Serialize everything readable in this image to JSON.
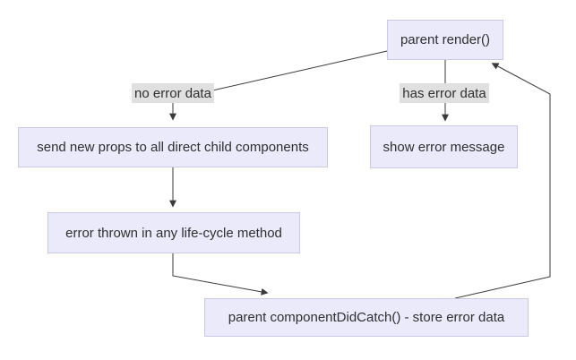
{
  "diagram": {
    "type": "flowchart",
    "colors": {
      "background": "#ffffff",
      "node_fill": "#eaeafb",
      "node_border": "#c9c9e6",
      "label_bg": "#e0e0e0",
      "line_color": "#3a3a3a",
      "text_color": "#2f2f2f"
    },
    "nodes": [
      {
        "id": "parent-render",
        "label": "parent render()"
      },
      {
        "id": "send-new-props",
        "label": "send new props to all direct child components"
      },
      {
        "id": "show-error-message",
        "label": "show error message"
      },
      {
        "id": "error-thrown",
        "label": "error thrown in any life-cycle method"
      },
      {
        "id": "component-did-catch",
        "label": "parent componentDidCatch() - store error data"
      }
    ],
    "edge_labels": [
      {
        "id": "no-error-data",
        "label": "no error data"
      },
      {
        "id": "has-error-data",
        "label": "has error data"
      }
    ],
    "edges": [
      {
        "from": "parent-render",
        "to": "send-new-props",
        "label": "no error data"
      },
      {
        "from": "parent-render",
        "to": "show-error-message",
        "label": "has error data"
      },
      {
        "from": "send-new-props",
        "to": "error-thrown",
        "label": ""
      },
      {
        "from": "error-thrown",
        "to": "component-did-catch",
        "label": ""
      },
      {
        "from": "component-did-catch",
        "to": "parent-render",
        "label": ""
      }
    ]
  }
}
